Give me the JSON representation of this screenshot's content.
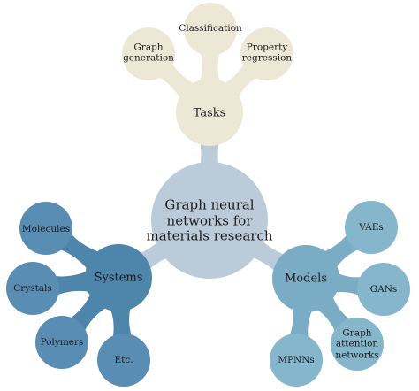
{
  "colors": {
    "center": "#bccbd9",
    "tasks": "#ede7d6",
    "systems": "#4e85ab",
    "systems_leaf": "#5a8db3",
    "models": "#7aadc5",
    "models_leaf": "#86b6cc",
    "text": "#1b1b1b"
  },
  "center": {
    "label": "Graph neural\nnetworks for\nmaterials research"
  },
  "branches": {
    "tasks": {
      "label": "Tasks",
      "children": [
        {
          "label": "Graph\ngeneration"
        },
        {
          "label": "Classification"
        },
        {
          "label": "Property\nregression"
        }
      ]
    },
    "systems": {
      "label": "Systems",
      "children": [
        {
          "label": "Molecules"
        },
        {
          "label": "Crystals"
        },
        {
          "label": "Polymers"
        },
        {
          "label": "Etc."
        }
      ]
    },
    "models": {
      "label": "Models",
      "children": [
        {
          "label": "VAEs"
        },
        {
          "label": "GANs"
        },
        {
          "label": "Graph\nattention\nnetworks"
        },
        {
          "label": "MPNNs"
        }
      ]
    }
  }
}
